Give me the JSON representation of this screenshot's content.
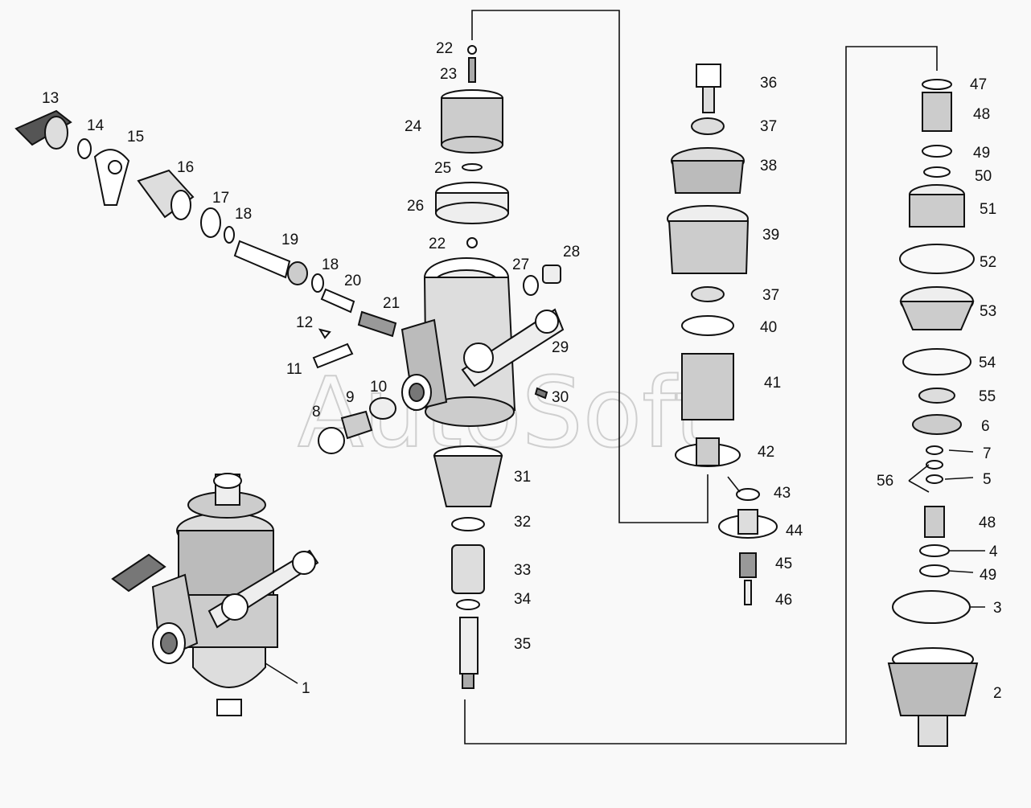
{
  "watermark": "AutoSoft",
  "colors": {
    "ink": "#111111",
    "paper": "#f9f9f9",
    "watermark": "#cfcfcf",
    "shade": "#8a8a8a"
  },
  "labels": {
    "l1": "1",
    "l2": "2",
    "l3": "3",
    "l4": "4",
    "l5": "5",
    "l6": "6",
    "l7": "7",
    "l8": "8",
    "l9": "9",
    "l10": "10",
    "l11": "11",
    "l12": "12",
    "l13": "13",
    "l14": "14",
    "l15": "15",
    "l16": "16",
    "l17": "17",
    "l18a": "18",
    "l18b": "18",
    "l19": "19",
    "l20": "20",
    "l21": "21",
    "l22a": "22",
    "l22b": "22",
    "l23": "23",
    "l24": "24",
    "l25": "25",
    "l26": "26",
    "l27": "27",
    "l28": "28",
    "l29": "29",
    "l30": "30",
    "l31": "31",
    "l32": "32",
    "l33": "33",
    "l34": "34",
    "l35": "35",
    "l36": "36",
    "l37a": "37",
    "l37b": "37",
    "l38": "38",
    "l39": "39",
    "l40": "40",
    "l41": "41",
    "l42": "42",
    "l43": "43",
    "l44": "44",
    "l45": "45",
    "l46": "46",
    "l47": "47",
    "l48a": "48",
    "l48b": "48",
    "l49a": "49",
    "l49b": "49",
    "l50": "50",
    "l51": "51",
    "l52": "52",
    "l53": "53",
    "l54": "54",
    "l55": "55",
    "l56": "56"
  }
}
